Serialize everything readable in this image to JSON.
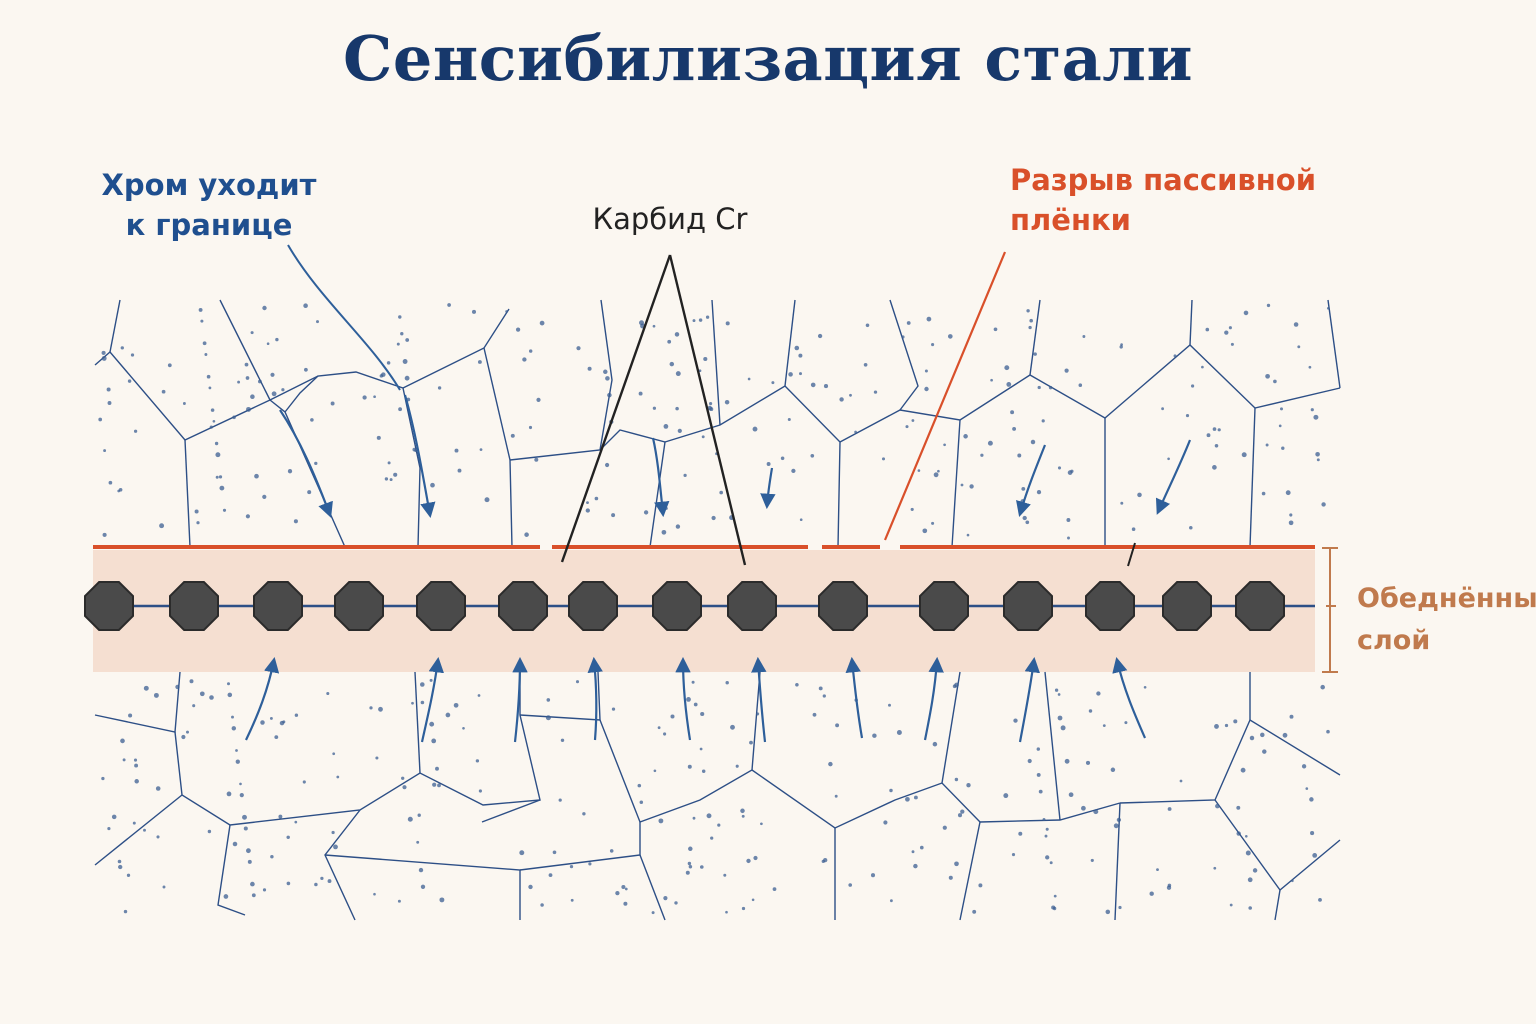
{
  "title": "Сенсибилизация стали",
  "labels": {
    "chrome_line1": "Хром уходит",
    "chrome_line2": "к границе",
    "carbide": "Карбид Cr",
    "film_line1": "Разрыв пассивной",
    "film_line2": "плёнки",
    "depleted_line1": "Обеднённый",
    "depleted_line2": "слой"
  },
  "colors": {
    "background": "#fbf7f1",
    "title": "#17386b",
    "grain_boundary": "#2d4f86",
    "dots": "#3c5f92",
    "arrows": "#2e5f9a",
    "passive_film": "#d9502a",
    "depleted_zone": "#f4dccd",
    "depleted_bracket": "#c07a4d",
    "carbide": "#4a4a4a",
    "carbide_label": "#222222"
  },
  "carbide_count": 15
}
